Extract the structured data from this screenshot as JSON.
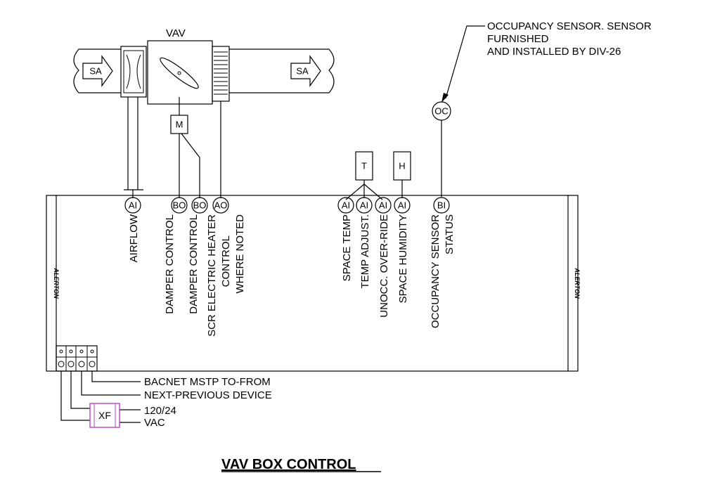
{
  "diagram": {
    "vav_label": "VAV",
    "sa_left": "SA",
    "sa_right": "SA",
    "motor": "M",
    "temp_sensor": "T",
    "humidity_sensor": "H",
    "occupancy_device": "OC",
    "transformer": "XF",
    "occupancy_note": [
      "OCCUPANCY SENSOR. SENSOR",
      "FURNISHED",
      "AND INSTALLED BY DIV-26"
    ],
    "points": [
      {
        "type": "AI",
        "label": [
          "AIRFLOW"
        ]
      },
      {
        "type": "BO",
        "label": [
          "DAMPER CONTROL"
        ]
      },
      {
        "type": "BO",
        "label": [
          "DAMPER CONTROL"
        ]
      },
      {
        "type": "AO",
        "label": [
          "SCR ELECTRIC HEATER",
          "CONTROL",
          "WHERE NOTED"
        ]
      },
      {
        "type": "AI",
        "label": [
          "SPACE TEMP"
        ]
      },
      {
        "type": "AI",
        "label": [
          "TEMP ADJUST."
        ]
      },
      {
        "type": "AI",
        "label": [
          "UNOCC. OVER-RIDE"
        ]
      },
      {
        "type": "AI",
        "label": [
          "SPACE HUMIDITY"
        ]
      },
      {
        "type": "BI",
        "label": [
          "OCCUPANCY SENSOR",
          "STATUS"
        ]
      }
    ],
    "bottom_notes": [
      "BACNET MSTP TO-FROM",
      "NEXT-PREVIOUS DEVICE",
      "120/24",
      "VAC"
    ],
    "controller_brand": "ALERTON",
    "title": "VAV BOX CONTROL"
  },
  "colors": {
    "line": "#000000",
    "transformer": "#c040c0",
    "background": "#ffffff"
  }
}
